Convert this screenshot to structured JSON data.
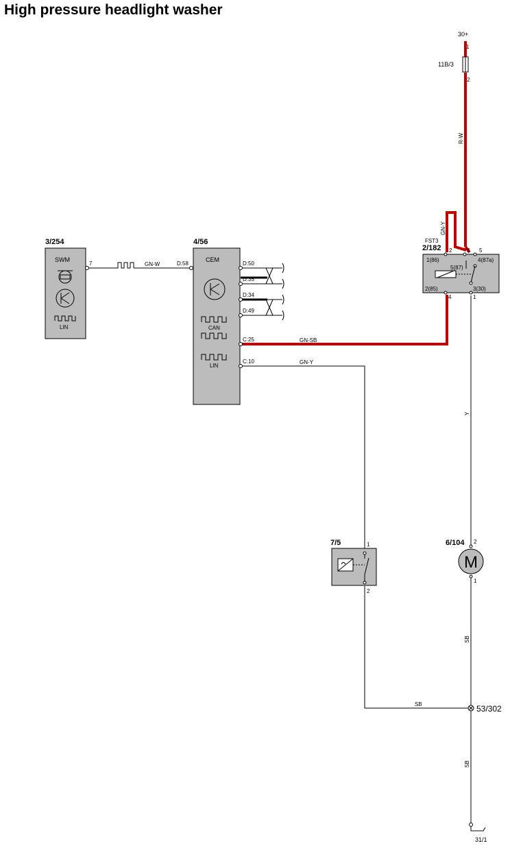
{
  "title": "High pressure headlight washer",
  "colors": {
    "active_wire": "#c00000",
    "component_fill": "#bcbcbc"
  },
  "components": {
    "swm": {
      "id": "3/254",
      "name": "SWM",
      "lin": "LIN",
      "pin": "7"
    },
    "cem": {
      "id": "4/56",
      "name": "CEM",
      "can": "CAN",
      "lin": "LIN",
      "pins": [
        "D:58",
        "D:50",
        "D:35",
        "D:34",
        "D:49",
        "C:25",
        "C:10"
      ]
    },
    "fuse": {
      "id": "11B/3",
      "supply": "30+",
      "pin1": "1",
      "pin2": "2"
    },
    "relay": {
      "id": "2/182",
      "fst": "FST3",
      "pins": {
        "p2": "2",
        "p3": "3",
        "p5": "5",
        "p4": "4",
        "p1": "1"
      },
      "terms": {
        "t86": "1(86)",
        "t87": "5(87)",
        "t87a": "4(87a)",
        "t85": "2(85)",
        "t30": "3(30)"
      }
    },
    "switch": {
      "id": "7/5",
      "pin1": "1",
      "pin2": "2"
    },
    "motor": {
      "id": "6/104",
      "pin2": "2",
      "pin1": "1",
      "symbol": "M"
    },
    "splice": {
      "id": "53/302"
    },
    "ground": {
      "id": "31/1"
    }
  },
  "wires": {
    "swm_cem": "GN-W",
    "fuse_relay": "R-W",
    "relay_loop": "GN-Y",
    "cem_relay": "GN-SB",
    "cem_switch": "GN-Y",
    "relay_motor": "Y",
    "motor_ground": "SB",
    "switch_splice": "SB",
    "splice_ground": "SB"
  }
}
